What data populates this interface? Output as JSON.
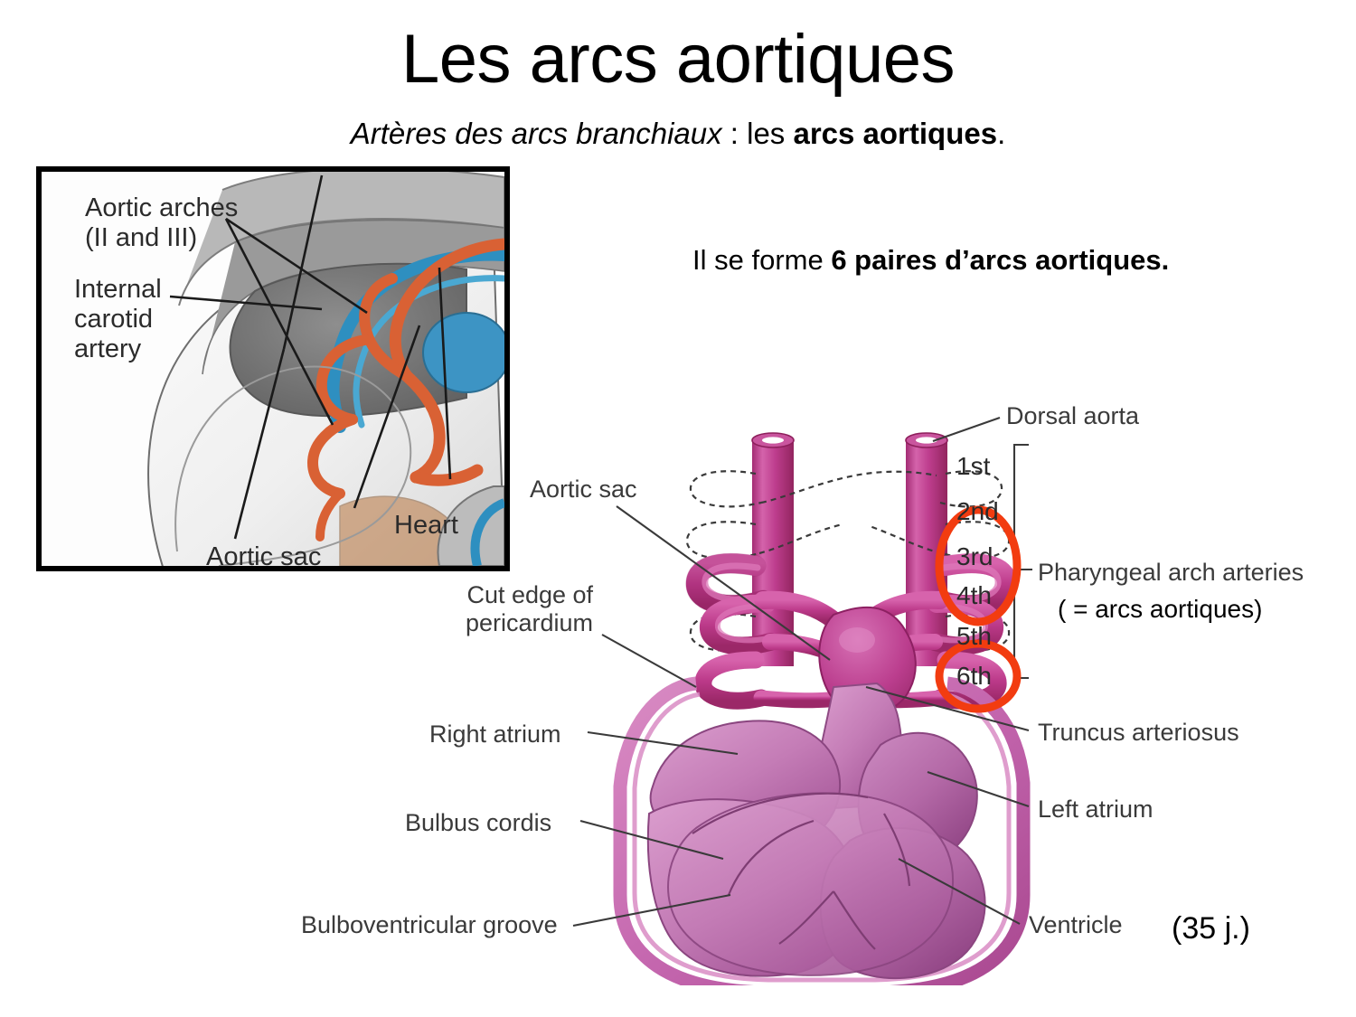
{
  "slide": {
    "title": "Les arcs aortiques",
    "subtitle": {
      "italic_part": "Artères des arcs branchiaux",
      "middle_part": " : les ",
      "bold_part": "arcs aortiques",
      "end_part": "."
    },
    "statement": {
      "plain": "Il se forme ",
      "bold": "6 paires d’arcs aortiques."
    },
    "day_note": "(35 j.)"
  },
  "inset_figure": {
    "labels": {
      "aortic_arches": "Aortic arches\n(II and III)",
      "internal_carotid": "Internal\ncarotid\nartery",
      "heart": "Heart",
      "aortic_sac": "Aortic sac"
    }
  },
  "heart_figure": {
    "labels": {
      "dorsal_aorta": "Dorsal aorta",
      "pharyngeal_arch_arteries": "Pharyngeal arch arteries",
      "arcs_aortiques_gloss": "( = arcs aortiques)",
      "truncus_arteriosus": "Truncus arteriosus",
      "left_atrium": "Left atrium",
      "ventricle": "Ventricle",
      "aortic_sac": "Aortic sac",
      "cut_edge_of_pericardium": "Cut edge of\npericardium",
      "right_atrium": "Right atrium",
      "bulbus_cordis": "Bulbus cordis",
      "bulboventricular_groove": "Bulboventricular groove"
    },
    "arch_numbers": [
      {
        "label": "1st",
        "state": "regressed",
        "highlighted": false
      },
      {
        "label": "2nd",
        "state": "regressed",
        "highlighted": false
      },
      {
        "label": "3rd",
        "state": "persistent",
        "highlighted": true
      },
      {
        "label": "4th",
        "state": "persistent",
        "highlighted": true
      },
      {
        "label": "5th",
        "state": "regressed",
        "highlighted": false
      },
      {
        "label": "6th",
        "state": "persistent",
        "highlighted": true
      }
    ]
  },
  "colors": {
    "highlight_circle": "#F23C10",
    "vessel_dark": "#B02F7E",
    "vessel_mid": "#C94C98",
    "vessel_light": "#DE7CBB",
    "heart_body": "#C97CBB",
    "heart_body_dark": "#A8519C",
    "pericardium": "#C874B4",
    "leader_line": "#3a3a3a",
    "label_text": "#3a3a3a",
    "inset_border": "#000000"
  }
}
